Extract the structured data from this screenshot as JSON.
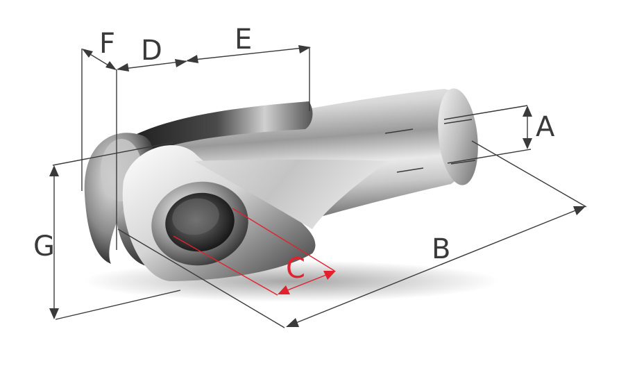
{
  "labels": {
    "A": "A",
    "B": "B",
    "C": "C",
    "D": "D",
    "E": "E",
    "F": "F",
    "G": "G"
  },
  "colors": {
    "dimension": "#3a3a3a",
    "highlight": "#e2202e"
  }
}
